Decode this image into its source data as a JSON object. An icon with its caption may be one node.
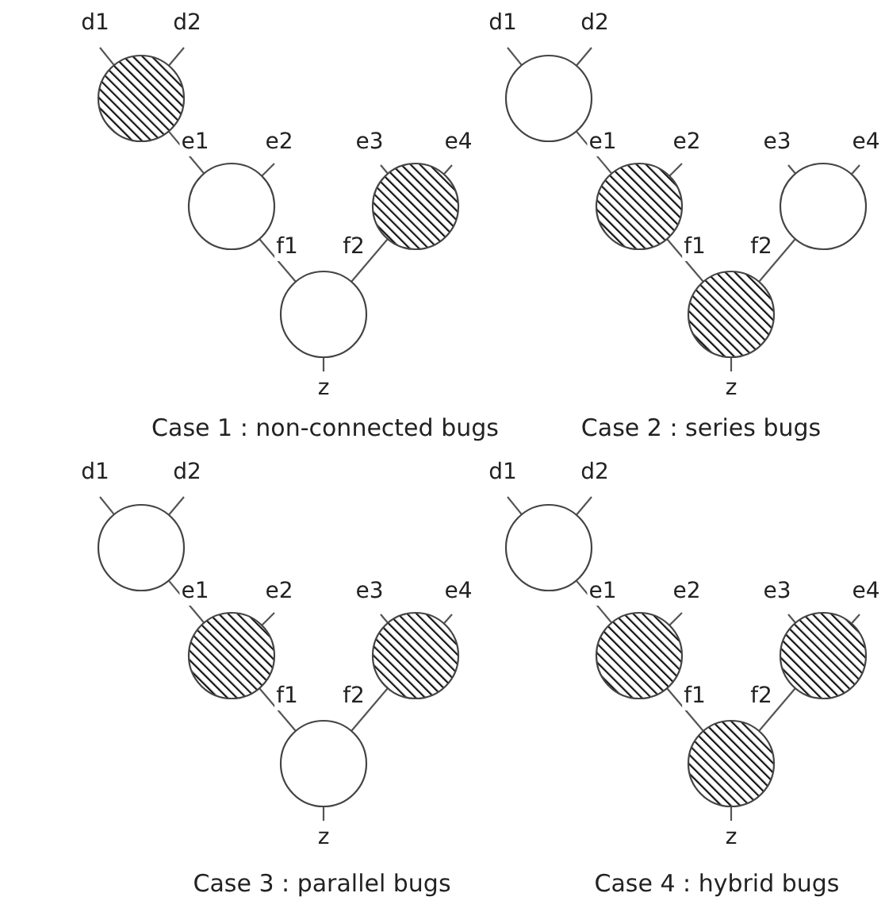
{
  "diagram": {
    "nodes": [
      {
        "text": [],
        "shape": "hatched-circle"
      },
      {
        "text": [],
        "shape": "circle"
      },
      {
        "text": [],
        "shape": "hatched-circle"
      },
      {
        "text": [],
        "shape": "circle"
      },
      {
        "text": [],
        "shape": "circle"
      },
      {
        "text": [],
        "shape": "hatched-circle"
      },
      {
        "text": [],
        "shape": "circle"
      },
      {
        "text": [],
        "shape": "hatched-circle"
      },
      {
        "text": [],
        "shape": "circle"
      },
      {
        "text": [],
        "shape": "hatched-circle"
      },
      {
        "text": [],
        "shape": "hatched-circle"
      },
      {
        "text": [],
        "shape": "circle"
      },
      {
        "text": [],
        "shape": "circle"
      },
      {
        "text": [],
        "shape": "hatched-circle"
      },
      {
        "text": [],
        "shape": "hatched-circle"
      },
      {
        "text": [],
        "shape": "hatched-circle"
      }
    ],
    "edges": [
      {
        "from": null,
        "to": 0,
        "arrow": "none",
        "label": "d1"
      },
      {
        "from": null,
        "to": 0,
        "arrow": "none",
        "label": "d2"
      },
      {
        "from": 0,
        "to": 1,
        "arrow": "none",
        "label": "e1"
      },
      {
        "from": null,
        "to": 1,
        "arrow": "none",
        "label": "e2"
      },
      {
        "from": null,
        "to": 2,
        "arrow": "none",
        "label": "e3"
      },
      {
        "from": null,
        "to": 2,
        "arrow": "none",
        "label": "e4"
      },
      {
        "from": 1,
        "to": 3,
        "arrow": "none",
        "label": "f1"
      },
      {
        "from": 2,
        "to": 3,
        "arrow": "none",
        "label": "f2"
      },
      {
        "from": 3,
        "to": null,
        "arrow": "none",
        "label": "z"
      },
      {
        "from": null,
        "to": 4,
        "arrow": "none",
        "label": "d1"
      },
      {
        "from": null,
        "to": 4,
        "arrow": "none",
        "label": "d2"
      },
      {
        "from": 4,
        "to": 5,
        "arrow": "none",
        "label": "e1"
      },
      {
        "from": null,
        "to": 5,
        "arrow": "none",
        "label": "e2"
      },
      {
        "from": null,
        "to": 6,
        "arrow": "none",
        "label": "e3"
      },
      {
        "from": null,
        "to": 6,
        "arrow": "none",
        "label": "e4"
      },
      {
        "from": 5,
        "to": 7,
        "arrow": "none",
        "label": "f1"
      },
      {
        "from": 6,
        "to": 7,
        "arrow": "none",
        "label": "f2"
      },
      {
        "from": 7,
        "to": null,
        "arrow": "none",
        "label": "z"
      },
      {
        "from": null,
        "to": 8,
        "arrow": "none",
        "label": "d1"
      },
      {
        "from": null,
        "to": 8,
        "arrow": "none",
        "label": "d2"
      },
      {
        "from": 8,
        "to": 9,
        "arrow": "none",
        "label": "e1"
      },
      {
        "from": null,
        "to": 9,
        "arrow": "none",
        "label": "e2"
      },
      {
        "from": null,
        "to": 10,
        "arrow": "none",
        "label": "e3"
      },
      {
        "from": null,
        "to": 10,
        "arrow": "none",
        "label": "e4"
      },
      {
        "from": 9,
        "to": 11,
        "arrow": "none",
        "label": "f1"
      },
      {
        "from": 10,
        "to": 11,
        "arrow": "none",
        "label": "f2"
      },
      {
        "from": 11,
        "to": null,
        "arrow": "none",
        "label": "z"
      },
      {
        "from": null,
        "to": 12,
        "arrow": "none",
        "label": "d1"
      },
      {
        "from": null,
        "to": 12,
        "arrow": "none",
        "label": "d2"
      },
      {
        "from": 12,
        "to": 13,
        "arrow": "none",
        "label": "e1"
      },
      {
        "from": null,
        "to": 13,
        "arrow": "none",
        "label": "e2"
      },
      {
        "from": null,
        "to": 14,
        "arrow": "none",
        "label": "e3"
      },
      {
        "from": null,
        "to": 14,
        "arrow": "none",
        "label": "e4"
      },
      {
        "from": 13,
        "to": 15,
        "arrow": "none",
        "label": "f1"
      },
      {
        "from": 14,
        "to": 15,
        "arrow": "none",
        "label": "f2"
      },
      {
        "from": 15,
        "to": null,
        "arrow": "none",
        "label": "z"
      }
    ],
    "labels": [
      "Case 1 : non-connected bugs",
      "Case 2 : series bugs",
      "Case 3 : parallel bugs",
      "Case 4 : hybrid bugs"
    ]
  }
}
